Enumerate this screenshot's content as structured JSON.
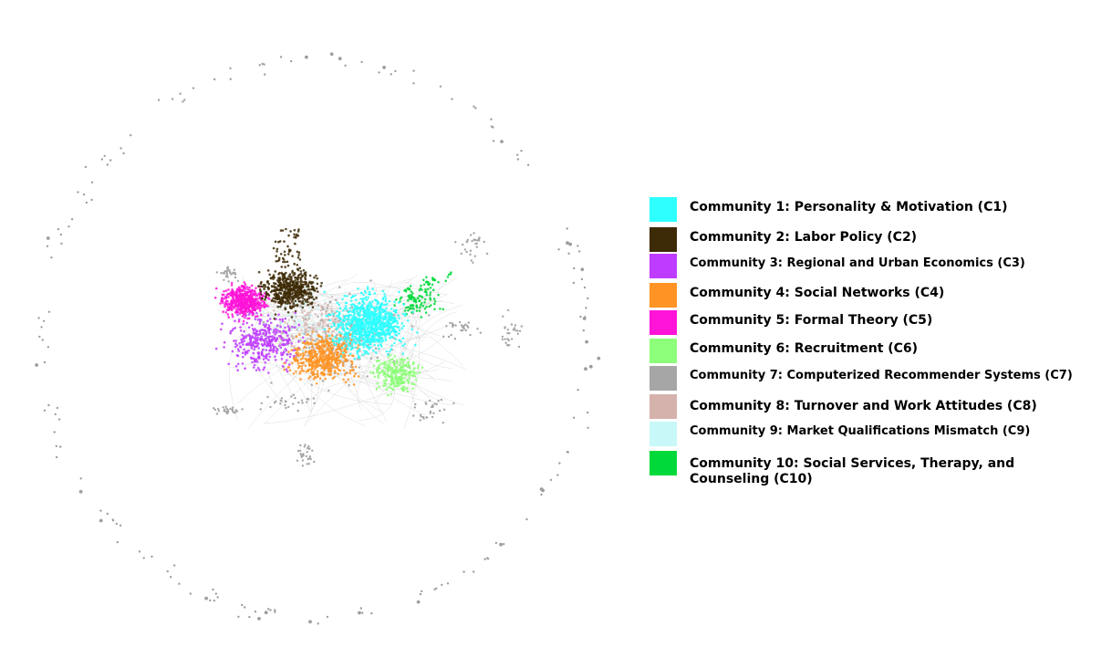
{
  "legend": {
    "items": [
      {
        "label": "Community 1: Personality & Motivation (C1)",
        "color": "#2effff"
      },
      {
        "label": "Community 2: Labor Policy (C2)",
        "color": "#3d2a06"
      },
      {
        "label": "Community 3: Regional and Urban Economics (C3)",
        "color": "#be3cff"
      },
      {
        "label": "Community 4: Social Networks (C4)",
        "color": "#ff9425"
      },
      {
        "label": "Community 5: Formal Theory (C5)",
        "color": "#ff14d8"
      },
      {
        "label": "Community 6: Recruitment (C6)",
        "color": "#8eff7a"
      },
      {
        "label": "Community 7: Computerized Recommender Systems (C7)",
        "color": "#a6a6a6"
      },
      {
        "label": "Community 8: Turnover and Work Attitudes (C8)",
        "color": "#d6b2ad"
      },
      {
        "label": "Community 9: Market Qualifications Mismatch (C9)",
        "color": "#c8f8f8"
      },
      {
        "label": "Community 10: Social Services, Therapy, and Counseling (C10)",
        "color": "#00d93a"
      }
    ]
  }
}
